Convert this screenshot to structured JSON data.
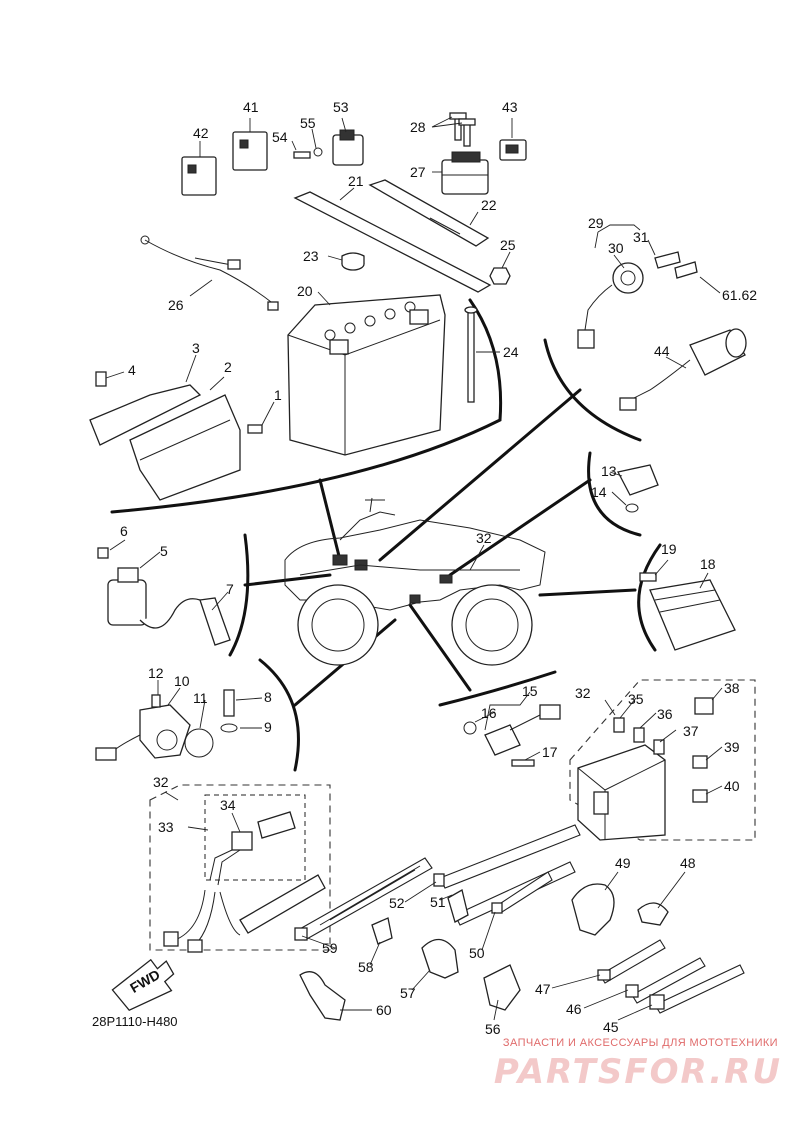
{
  "diagram": {
    "code": "28P1110-H480",
    "fwd_label": "FWD",
    "labels": {
      "p1": "1",
      "p2": "2",
      "p3": "3",
      "p4": "4",
      "p5": "5",
      "p6": "6",
      "p7": "7",
      "p8": "8",
      "p9": "9",
      "p10": "10",
      "p11": "11",
      "p12": "12",
      "p13": "13",
      "p14": "14",
      "p15": "15",
      "p16": "16",
      "p17": "17",
      "p18": "18",
      "p19": "19",
      "p20": "20",
      "p21": "21",
      "p22": "22",
      "p23": "23",
      "p24": "24",
      "p25": "25",
      "p26": "26",
      "p27": "27",
      "p28": "28",
      "p29": "29",
      "p30": "30",
      "p31": "31",
      "p32a": "32",
      "p32b": "32",
      "p32c": "32",
      "p33": "33",
      "p34": "34",
      "p35": "35",
      "p36": "36",
      "p37": "37",
      "p38": "38",
      "p39": "39",
      "p40": "40",
      "p41": "41",
      "p42": "42",
      "p43": "43",
      "p44": "44",
      "p45": "45",
      "p46": "46",
      "p47": "47",
      "p48": "48",
      "p49": "49",
      "p50": "50",
      "p51": "51",
      "p52": "52",
      "p53": "53",
      "p54": "54",
      "p55": "55",
      "p56": "56",
      "p57": "57",
      "p58": "58",
      "p59": "59",
      "p60": "60",
      "p6162": "61.62"
    }
  },
  "watermark": {
    "tagline": "ЗАПЧАСТИ И АКСЕССУАРЫ ДЛЯ МОТОТЕХНИКИ",
    "logo": "PARTSFOR.RU"
  },
  "colors": {
    "ink": "#222222",
    "watermark": "#e06b6b"
  }
}
